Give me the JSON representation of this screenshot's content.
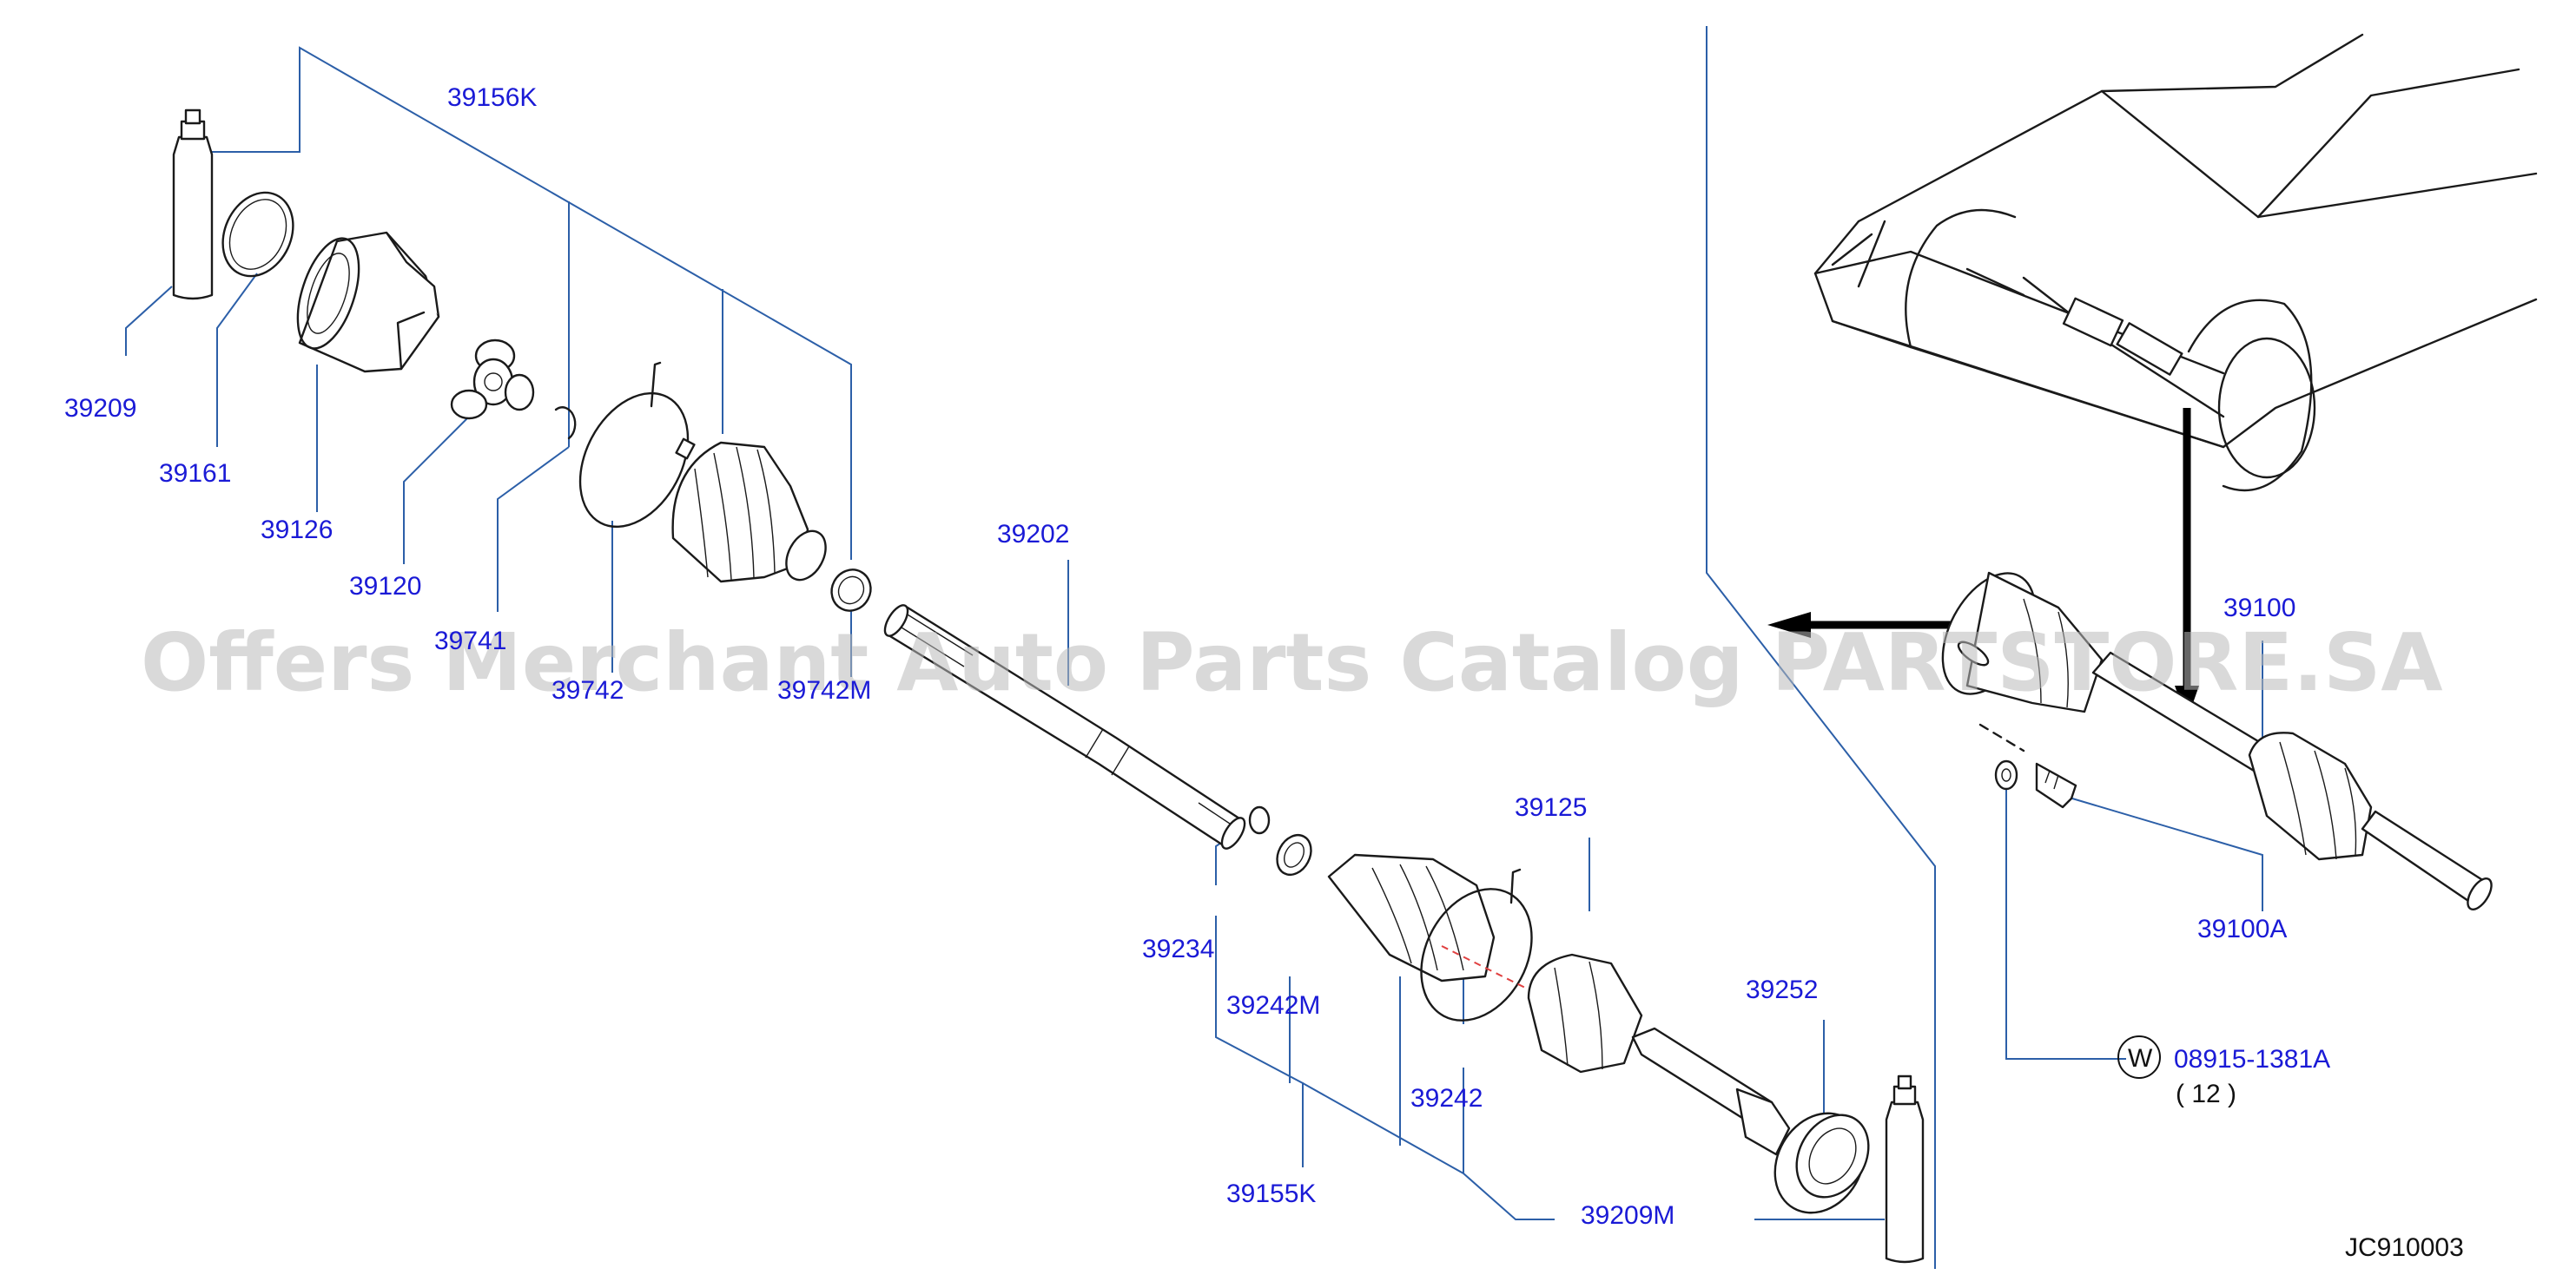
{
  "labels": {
    "p39156K": "39156K",
    "p39209": "39209",
    "p39161": "39161",
    "p39126": "39126",
    "p39120": "39120",
    "p39741": "39741",
    "p39742": "39742",
    "p39742M": "39742M",
    "p39202": "39202",
    "p39234": "39234",
    "p39242M": "39242M",
    "p39155K": "39155K",
    "p39125": "39125",
    "p39242": "39242",
    "p39252": "39252",
    "p39209M": "39209M",
    "p39100": "39100",
    "p39100A": "39100A",
    "p08915": "08915-1381A",
    "qty": "( 12 )",
    "washer_mark": "W"
  },
  "diagram_code": "JC910003",
  "watermark": "Offers Merchant Auto Parts Catalog PARTSTORE.SA",
  "colors": {
    "label": "#1a1ad6",
    "leader": "#2c5fa8",
    "ink": "#1a1a1a",
    "watermark": "#b9b9b9"
  }
}
